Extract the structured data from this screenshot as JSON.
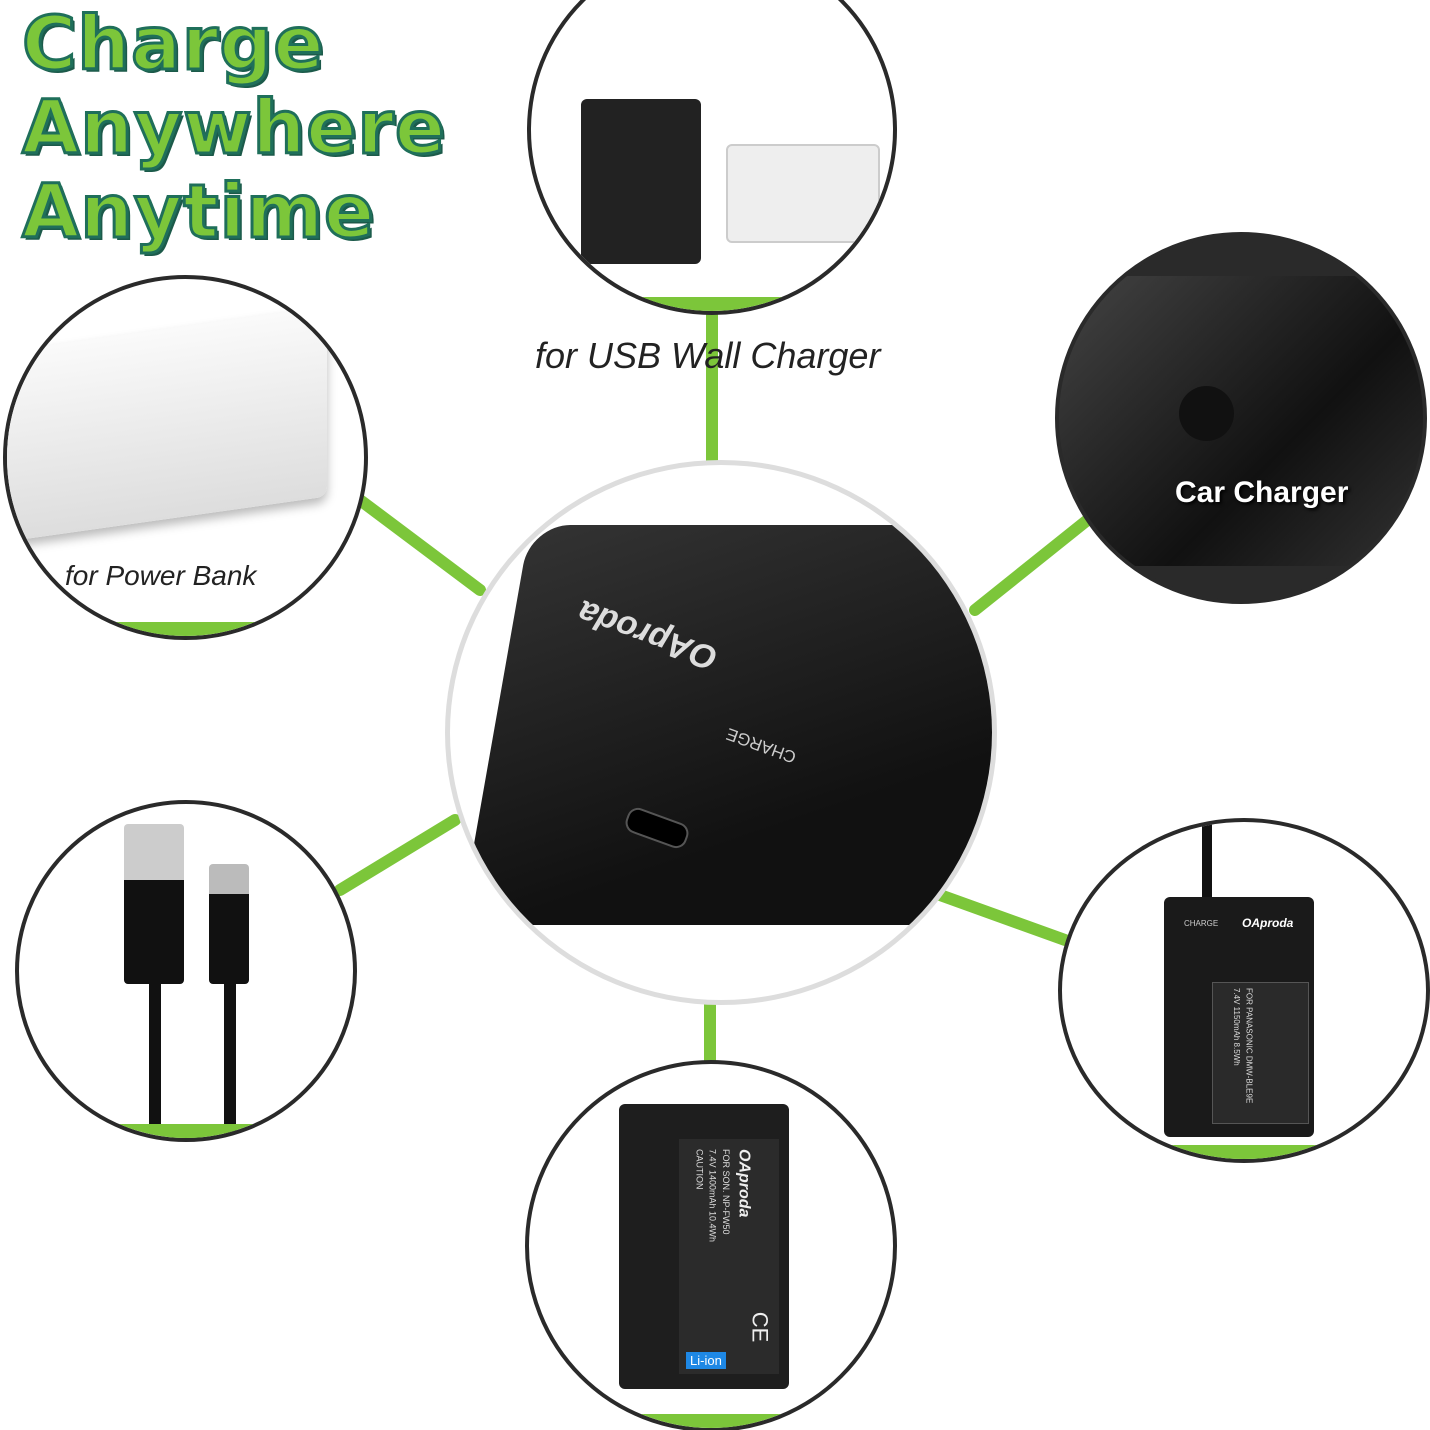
{
  "headline": {
    "line1": "Charge",
    "line2": "Anywhere",
    "line3": "Anytime"
  },
  "labels": {
    "wall": "for USB Wall Charger",
    "car": "Car Charger",
    "power_bank": "for Power Bank"
  },
  "product": {
    "brand": "OAproda",
    "charge_label": "CHARGE"
  },
  "battery": {
    "brand": "OAproda",
    "model": "FOR SON. NP-FW50",
    "spec": "7.4V 1400mAh 10.4Wh",
    "caution": "CAUTION",
    "badge": "Li-ion",
    "ce": "CE"
  },
  "charger_battery": {
    "brand": "OAproda",
    "charge_label": "CHARGE",
    "model": "FOR PANASONIC DMW-BLE9E",
    "spec": "7.4V 1150mAh 8.5Wh"
  },
  "colors": {
    "accent": "#7cc63a",
    "outline": "#1f6f5a",
    "product": "#1a1a1a"
  }
}
